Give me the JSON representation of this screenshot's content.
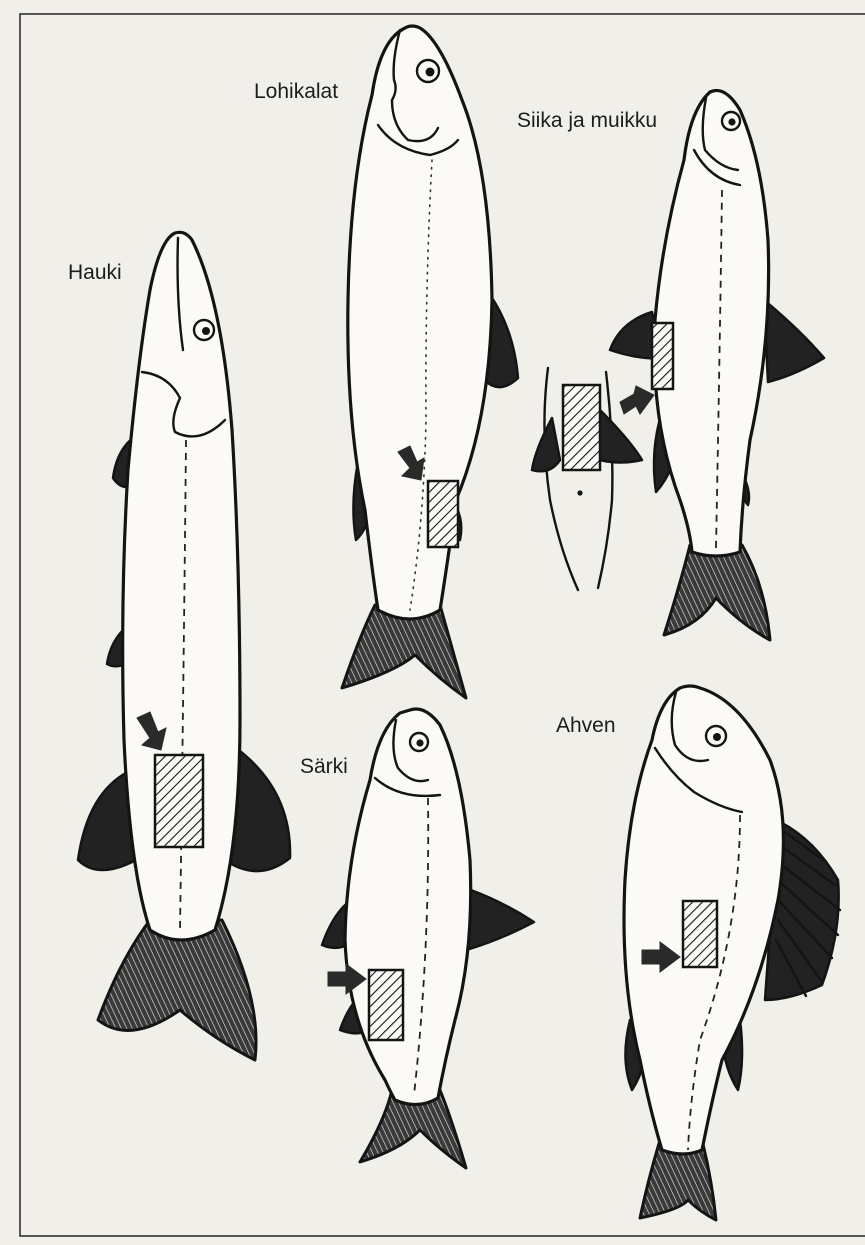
{
  "labels": {
    "hauki": "Hauki",
    "lohikalat": "Lohikalat",
    "siika": "Siika ja muikku",
    "sarki": "Särki",
    "ahven": "Ahven"
  },
  "colors": {
    "paper": "#f1efe9",
    "ink": "#141414"
  }
}
